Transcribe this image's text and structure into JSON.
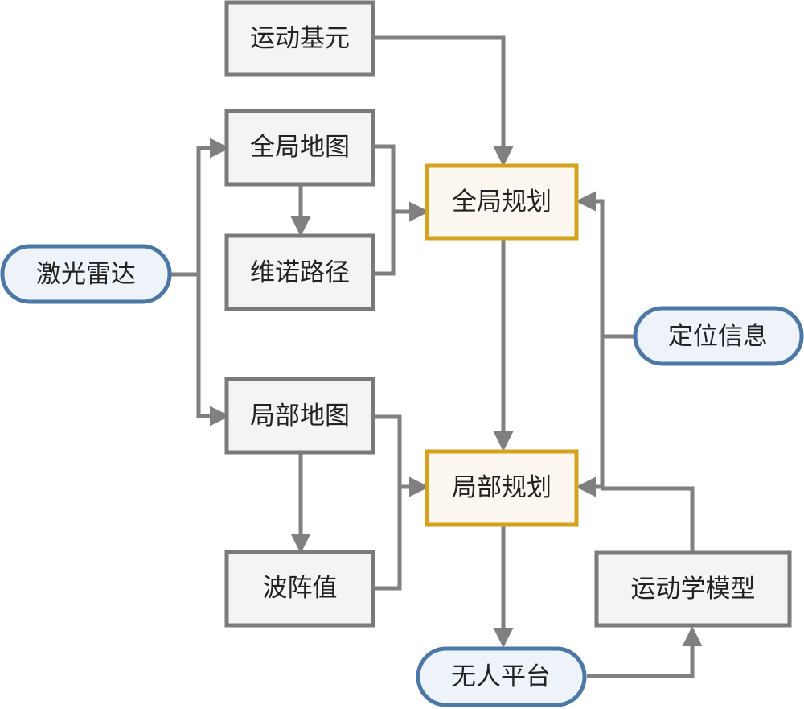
{
  "colors": {
    "edge": "#808080",
    "box_border": "#7a7a7a",
    "box_fill": "#f4f4f4",
    "planner_border": "#d4a21c",
    "planner_fill": "#fdf8ef",
    "io_border": "#4d78a6",
    "io_fill": "#eef3f9"
  },
  "nodes": {
    "motion_primitive": "运动基元",
    "global_map": "全局地图",
    "voronoi_path": "维诺路径",
    "lidar": "激光雷达",
    "local_map": "局部地图",
    "wavefront_value": "波阵值",
    "global_planning": "全局规划",
    "local_planning": "局部规划",
    "localization_info": "定位信息",
    "kinematic_model": "运动学模型",
    "uav_platform": "无人平台"
  },
  "edges": [
    {
      "from": "motion_primitive",
      "to": "global_planning"
    },
    {
      "from": "lidar",
      "to": "global_map"
    },
    {
      "from": "lidar",
      "to": "local_map"
    },
    {
      "from": "global_map",
      "to": "voronoi_path"
    },
    {
      "from": "global_map",
      "to": "global_planning"
    },
    {
      "from": "voronoi_path",
      "to": "global_planning"
    },
    {
      "from": "local_map",
      "to": "wavefront_value"
    },
    {
      "from": "local_map",
      "to": "local_planning"
    },
    {
      "from": "wavefront_value",
      "to": "local_planning"
    },
    {
      "from": "global_planning",
      "to": "local_planning"
    },
    {
      "from": "localization_info",
      "to": "global_planning"
    },
    {
      "from": "localization_info",
      "to": "local_planning"
    },
    {
      "from": "kinematic_model",
      "to": "local_planning"
    },
    {
      "from": "local_planning",
      "to": "uav_platform"
    },
    {
      "from": "uav_platform",
      "to": "kinematic_model"
    }
  ]
}
